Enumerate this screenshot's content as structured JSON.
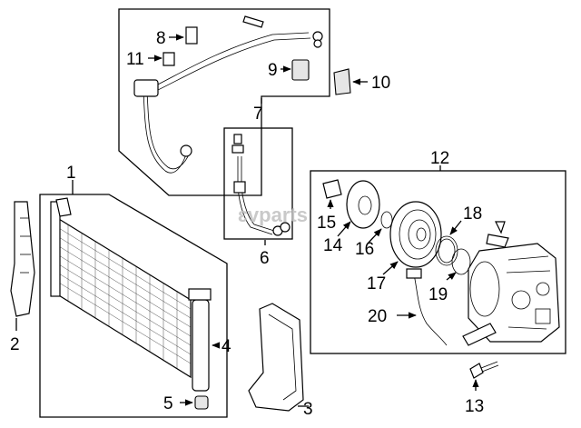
{
  "watermark": "ɛvparts",
  "callouts": {
    "c1": "1",
    "c2": "2",
    "c3": "3",
    "c4": "4",
    "c5": "5",
    "c6": "6",
    "c7": "7",
    "c8": "8",
    "c9": "9",
    "c10": "10",
    "c11": "11",
    "c12": "12",
    "c13": "13",
    "c14": "14",
    "c15": "15",
    "c16": "16",
    "c17": "17",
    "c18": "18",
    "c19": "19",
    "c20": "20"
  }
}
